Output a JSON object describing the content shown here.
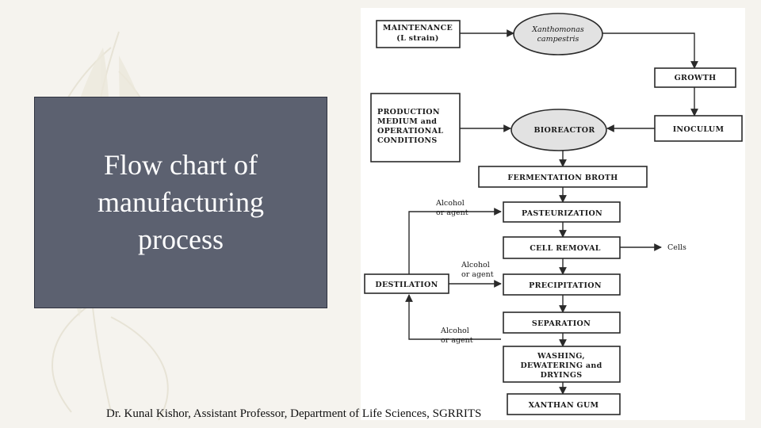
{
  "slide": {
    "title": "Flow chart of manufacturing process",
    "footer": "Dr. Kunal Kishor, Assistant Professor, Department of Life Sciences, SGRRITS"
  },
  "flowchart": {
    "maintenance": [
      "MAINTENANCE",
      "(L strain)"
    ],
    "organism": [
      "Xanthomonas",
      "campestris"
    ],
    "growth": "GROWTH",
    "inoculum": "INOCULUM",
    "production": [
      "PRODUCTION",
      "MEDIUM and",
      "OPERATIONAL",
      "CONDITIONS"
    ],
    "bioreactor": "BIOREACTOR",
    "fermentation_broth": "FERMENTATION BROTH",
    "pasteurization": "PASTEURIZATION",
    "cell_removal": "CELL REMOVAL",
    "cells": "Cells",
    "precipitation": "PRECIPITATION",
    "separation": "SEPARATION",
    "washing": [
      "WASHING,",
      "DEWATERING and",
      "DRYINGS"
    ],
    "xanthan_gum": "XANTHAN GUM",
    "destilation": "DESTILATION",
    "alcohol_1": [
      "Alcohol",
      "or agent"
    ],
    "alcohol_2": [
      "Alcohol",
      "or agent"
    ],
    "alcohol_3": [
      "Alcohol",
      "or agent"
    ]
  },
  "colors": {
    "background": "#f5f3ee",
    "title_card": "#5c6170",
    "title_text": "#ffffff"
  }
}
